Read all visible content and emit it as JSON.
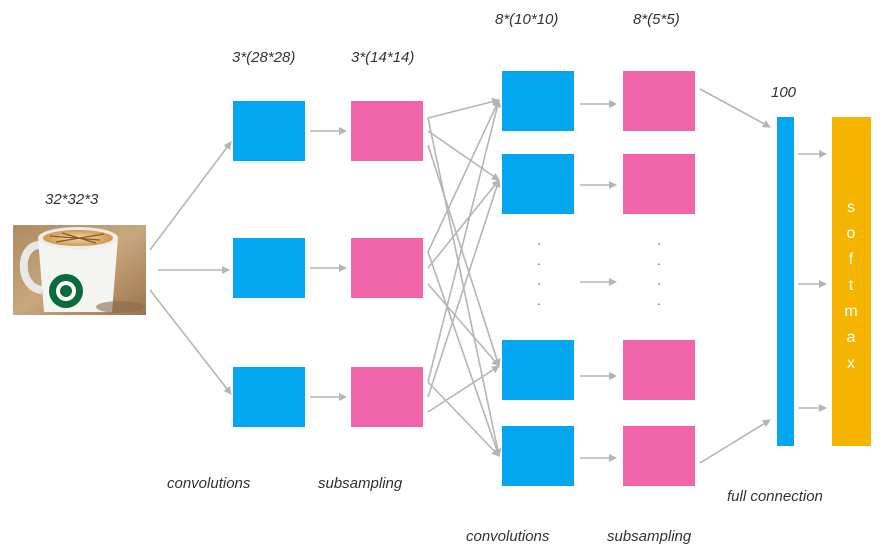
{
  "input": {
    "size_label": "32*32*3",
    "image": "coffee-mug-photo"
  },
  "layer1": {
    "size_label": "3*(28*28)",
    "caption": "convolutions"
  },
  "layer2": {
    "size_label": "3*(14*14)",
    "caption": "subsampling"
  },
  "layer3": {
    "size_label": "8*(10*10)",
    "caption": "convolutions"
  },
  "layer4": {
    "size_label": "8*(5*5)",
    "caption": "subsampling"
  },
  "fc": {
    "size_label": "100",
    "caption": "full connection"
  },
  "softmax": {
    "letters": [
      "s",
      "o",
      "f",
      "t",
      "m",
      "a",
      "x"
    ]
  },
  "colors": {
    "conv": "#05a6f0",
    "pool": "#f065aa",
    "fc": "#05a6f0",
    "softmax": "#f5b400",
    "arrow": "#b5b5b5"
  }
}
